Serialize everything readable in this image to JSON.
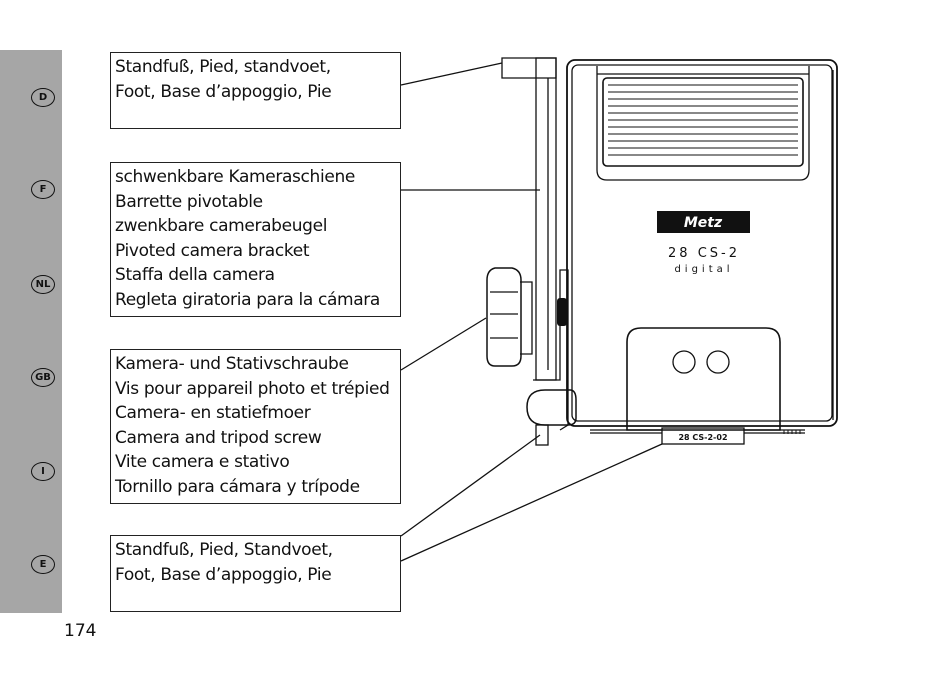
{
  "page_number": "174",
  "languages": [
    "D",
    "F",
    "NL",
    "GB",
    "I",
    "E"
  ],
  "labels": [
    {
      "lines": [
        "Standfuß, Pied, standvoet,",
        "Foot, Base d’appoggio, Pie"
      ]
    },
    {
      "lines": [
        "schwenkbare Kameraschiene",
        "Barrette pivotable",
        "zwenkbare camerabeugel",
        "Pivoted camera bracket",
        "Staffa della camera",
        "Regleta giratoria para la cámara"
      ]
    },
    {
      "lines": [
        "Kamera- und Stativschraube",
        "Vis pour appareil photo et trépied",
        "Camera- en statiefmoer",
        "Camera and tripod screw",
        "Vite camera e stativo",
        "Tornillo para cámara y trípode"
      ]
    },
    {
      "lines": [
        "Standfuß, Pied, Standvoet,",
        "Foot, Base d’appoggio, Pie"
      ]
    }
  ],
  "device": {
    "brand": "Metz",
    "model": "28 CS-2",
    "model_sub": "digital",
    "foot_label": "28 CS-2-02"
  }
}
